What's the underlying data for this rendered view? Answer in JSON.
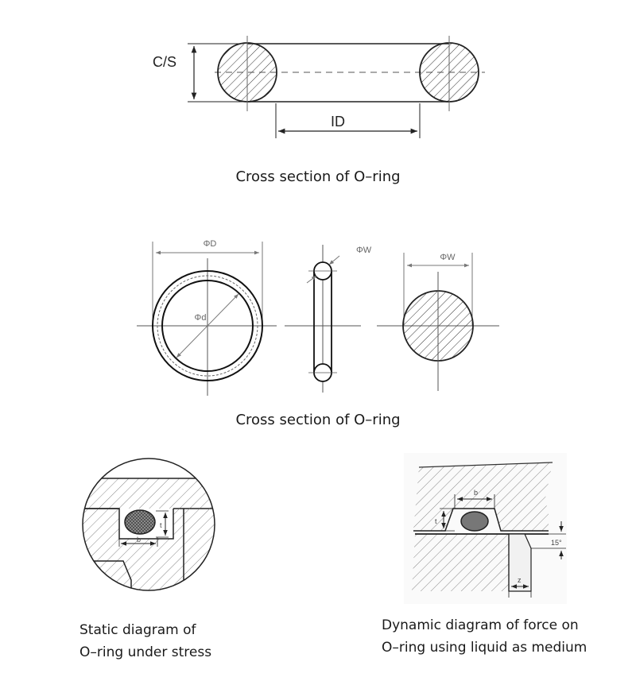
{
  "section1": {
    "cs_label": "C/S",
    "id_label": "ID",
    "caption": "Cross section of O–ring"
  },
  "section2": {
    "outer_diameter_label": "ΦD",
    "inner_diameter_label": "Φd",
    "width_label_side": "ΦW",
    "width_label_cross": "ΦW",
    "caption": "Cross section of O–ring"
  },
  "static": {
    "t_label": "t",
    "b_label": "b",
    "caption_line1": "Static diagram of",
    "caption_line2": "O–ring under stress"
  },
  "dynamic": {
    "b_label": "b",
    "t_label": "t",
    "angle_label": "15°",
    "z_label": "z",
    "caption_line1": "Dynamic diagram of force on",
    "caption_line2": "O–ring using liquid as medium"
  }
}
